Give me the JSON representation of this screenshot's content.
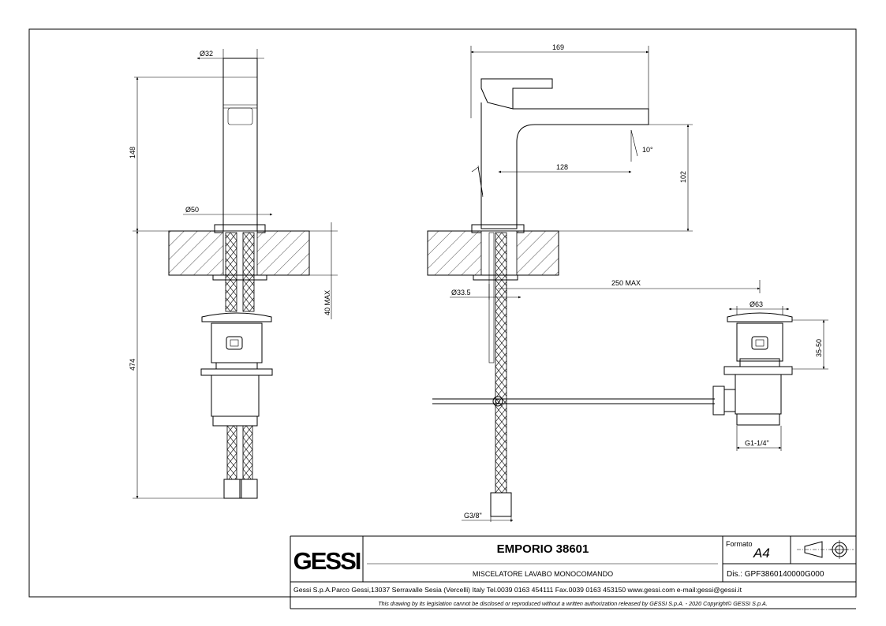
{
  "dimensions": {
    "front_d32": "32",
    "front_d50": "50",
    "front_148": "148",
    "front_474": "474",
    "front_40max": "40 MAX",
    "side_169": "169",
    "side_10deg": "10°",
    "side_128": "128",
    "side_102": "102",
    "side_250max": "250 MAX",
    "side_d33_5": "33.5",
    "side_g3_8": "G3/8\"",
    "waste_d63": "63",
    "waste_35_50": "35-50",
    "waste_g1_14": "G1-1/4\""
  },
  "diameter_symbol": "Ø",
  "title_block": {
    "logo_text": "GESSI",
    "product_name": "EMPORIO 38601",
    "product_description": "MISCELATORE LAVABO MONOCOMANDO",
    "format_label": "Formato",
    "format_value": "A4",
    "drawing_number": "Dis.: GPF3860140000G000",
    "company_info": "Gessi S.p.A.Parco Gessi,13037 Serravalle Sesia (Vercelli) Italy Tel.0039 0163 454111 Fax.0039 0163 453150 www.gessi.com e-mail:gessi@gessi.it",
    "legal_notice": "This drawing by its legislation cannot be disclosed or reproduced without a written authorization released by GESSI S.p.A. - 2020 Copyright© GESSI S.p.A."
  }
}
